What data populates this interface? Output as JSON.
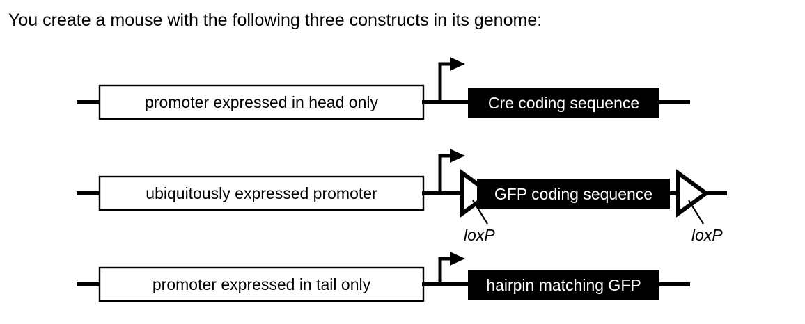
{
  "prompt": {
    "text": "You create a mouse with the following three constructs in its genome:"
  },
  "diagram": {
    "title": "three genetic constructs",
    "colors": {
      "background": "#ffffff",
      "line": "#000000",
      "promoter_fill": "#ffffff",
      "coding_fill": "#000000",
      "coding_text": "#ffffff",
      "loxp_fill": "#ffffff"
    },
    "constructs": [
      {
        "id": "construct-1",
        "promoter_label": "promoter expressed in head only",
        "coding_label": "Cre coding sequence",
        "has_transcription_arrow": true,
        "loxp_sites": 0
      },
      {
        "id": "construct-2",
        "promoter_label": "ubiquitously expressed promoter",
        "coding_label": "GFP coding sequence",
        "has_transcription_arrow": true,
        "loxp_sites": 2,
        "loxp_label_left": "loxP",
        "loxp_label_right": "loxP"
      },
      {
        "id": "construct-3",
        "promoter_label": "promoter expressed in tail only",
        "coding_label": "hairpin matching GFP",
        "has_transcription_arrow": true,
        "loxp_sites": 0
      }
    ]
  }
}
